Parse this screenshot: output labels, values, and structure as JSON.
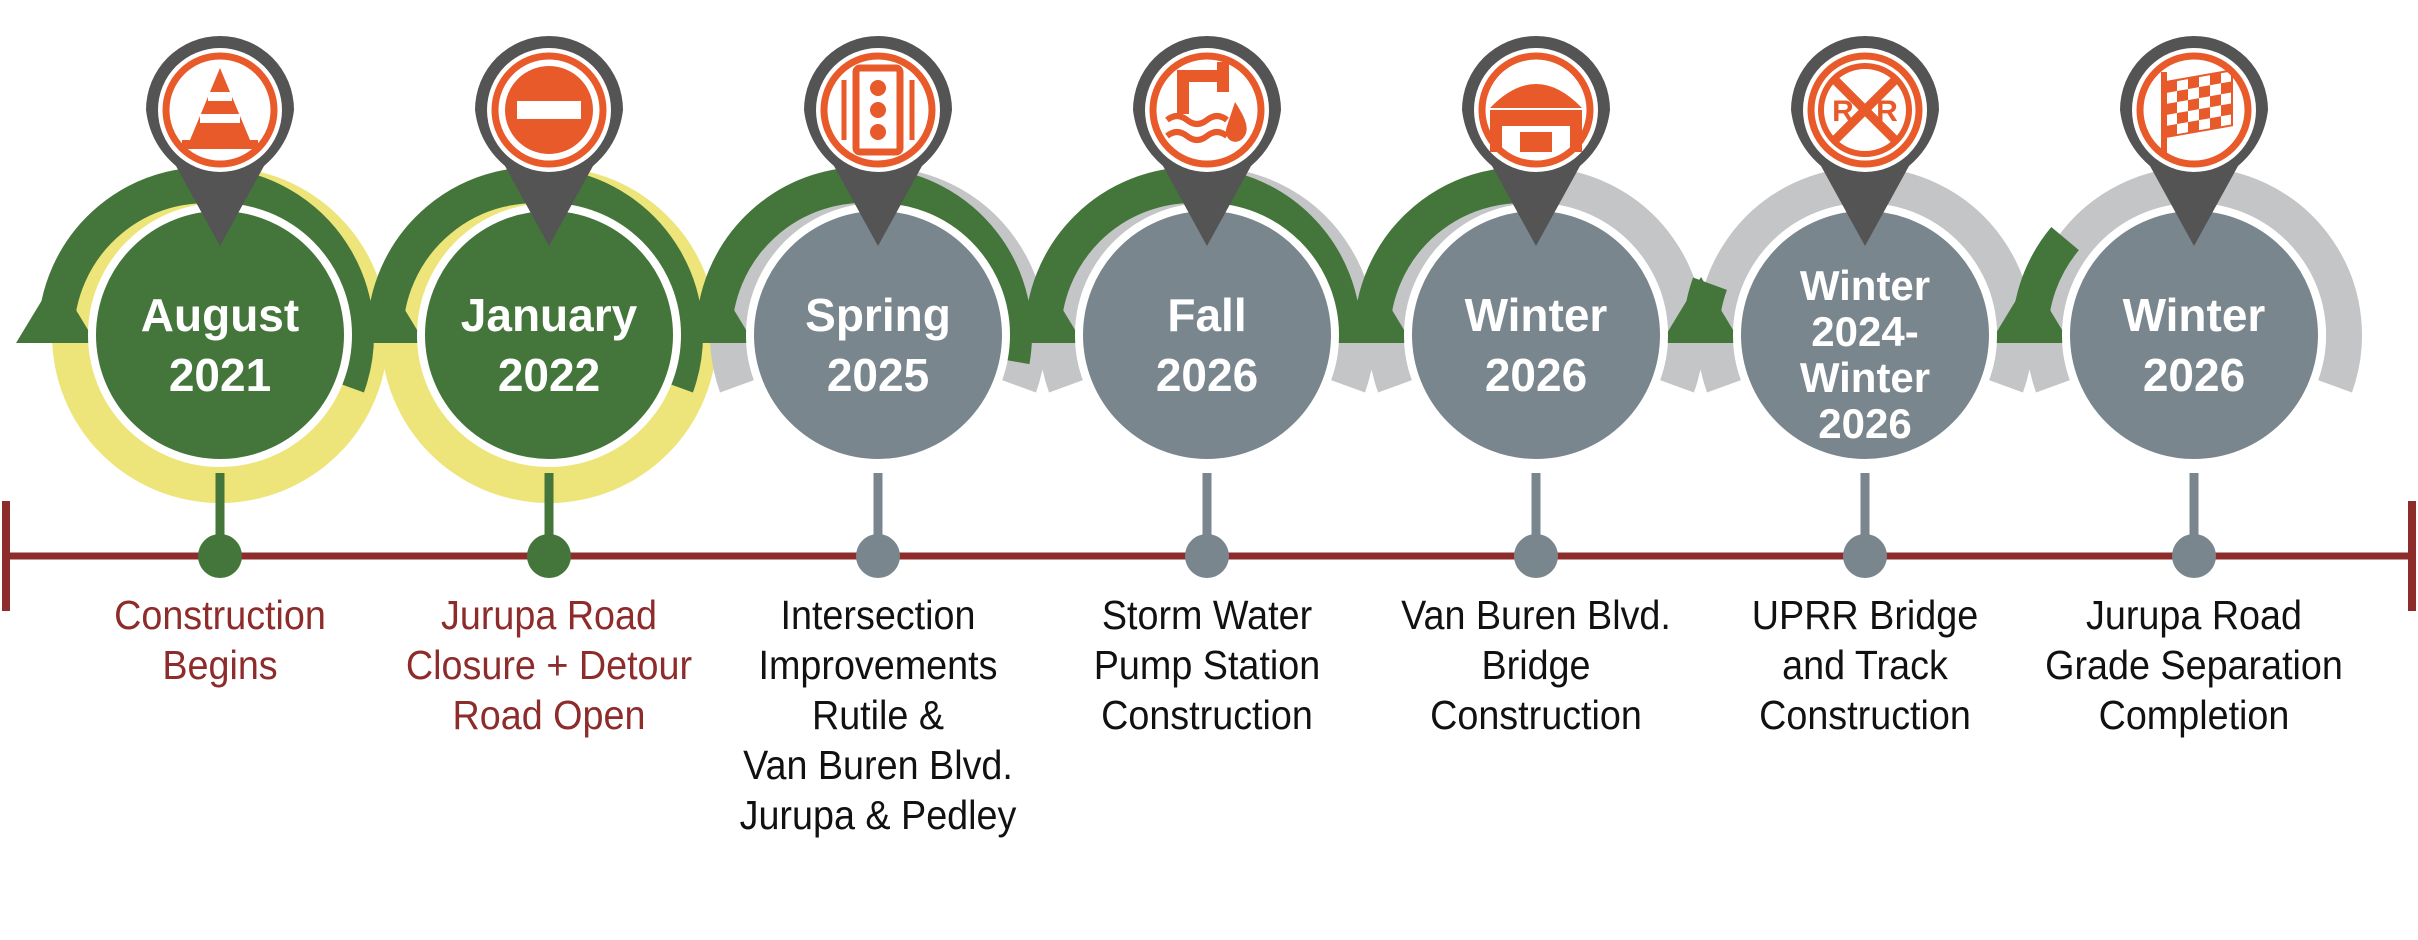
{
  "colors": {
    "complete": "#44763b",
    "pending": "#7a868e",
    "ring_highlight": "#ede57a",
    "ring_pending": "#c4c5c6",
    "pin": "#545454",
    "icon": "#e85a2a",
    "axis": "#8e2b2b",
    "label_highlight": "#8e2b2b",
    "label_default": "#111111"
  },
  "milestones": [
    {
      "date_lines": [
        "August",
        "2021"
      ],
      "label_lines": [
        "Construction",
        "Begins"
      ],
      "icon": "traffic-cone-icon",
      "status": "complete",
      "ring_progress": 1.0,
      "ring_fill": "highlight",
      "label_highlight": true
    },
    {
      "date_lines": [
        "January",
        "2022"
      ],
      "label_lines": [
        "Jurupa Road",
        "Closure + Detour",
        "Road Open"
      ],
      "icon": "do-not-enter-icon",
      "status": "complete",
      "ring_progress": 1.0,
      "ring_fill": "highlight",
      "label_highlight": true
    },
    {
      "date_lines": [
        "Spring",
        "2025"
      ],
      "label_lines": [
        "Intersection",
        "Improvements",
        "Rutile &",
        "Van Buren Blvd.",
        "Jurupa & Pedley"
      ],
      "icon": "traffic-light-icon",
      "status": "pending",
      "ring_progress": 0.95,
      "ring_fill": "pending",
      "label_highlight": false
    },
    {
      "date_lines": [
        "Fall",
        "2026"
      ],
      "label_lines": [
        "Storm Water",
        "Pump Station",
        "Construction"
      ],
      "icon": "water-pump-icon",
      "status": "pending",
      "ring_progress": 0.9,
      "ring_fill": "pending",
      "label_highlight": false
    },
    {
      "date_lines": [
        "Winter",
        "2026"
      ],
      "label_lines": [
        "Van Buren Blvd.",
        "Bridge",
        "Construction"
      ],
      "icon": "bridge-icon",
      "status": "pending",
      "ring_progress": 0.5,
      "ring_fill": "pending",
      "label_highlight": false
    },
    {
      "date_lines": [
        "Winter",
        "2024-",
        "Winter",
        "2026"
      ],
      "label_lines": [
        "UPRR Bridge",
        "and Track",
        "Construction"
      ],
      "icon": "railroad-crossing-icon",
      "status": "pending",
      "ring_progress": 0.1,
      "ring_fill": "pending",
      "label_highlight": false
    },
    {
      "date_lines": [
        "Winter",
        "2026"
      ],
      "label_lines": [
        "Jurupa Road",
        "Grade Separation",
        "Completion"
      ],
      "icon": "checkered-flag-icon",
      "status": "pending",
      "ring_progress": 0.2,
      "ring_fill": "pending",
      "label_highlight": false
    }
  ]
}
